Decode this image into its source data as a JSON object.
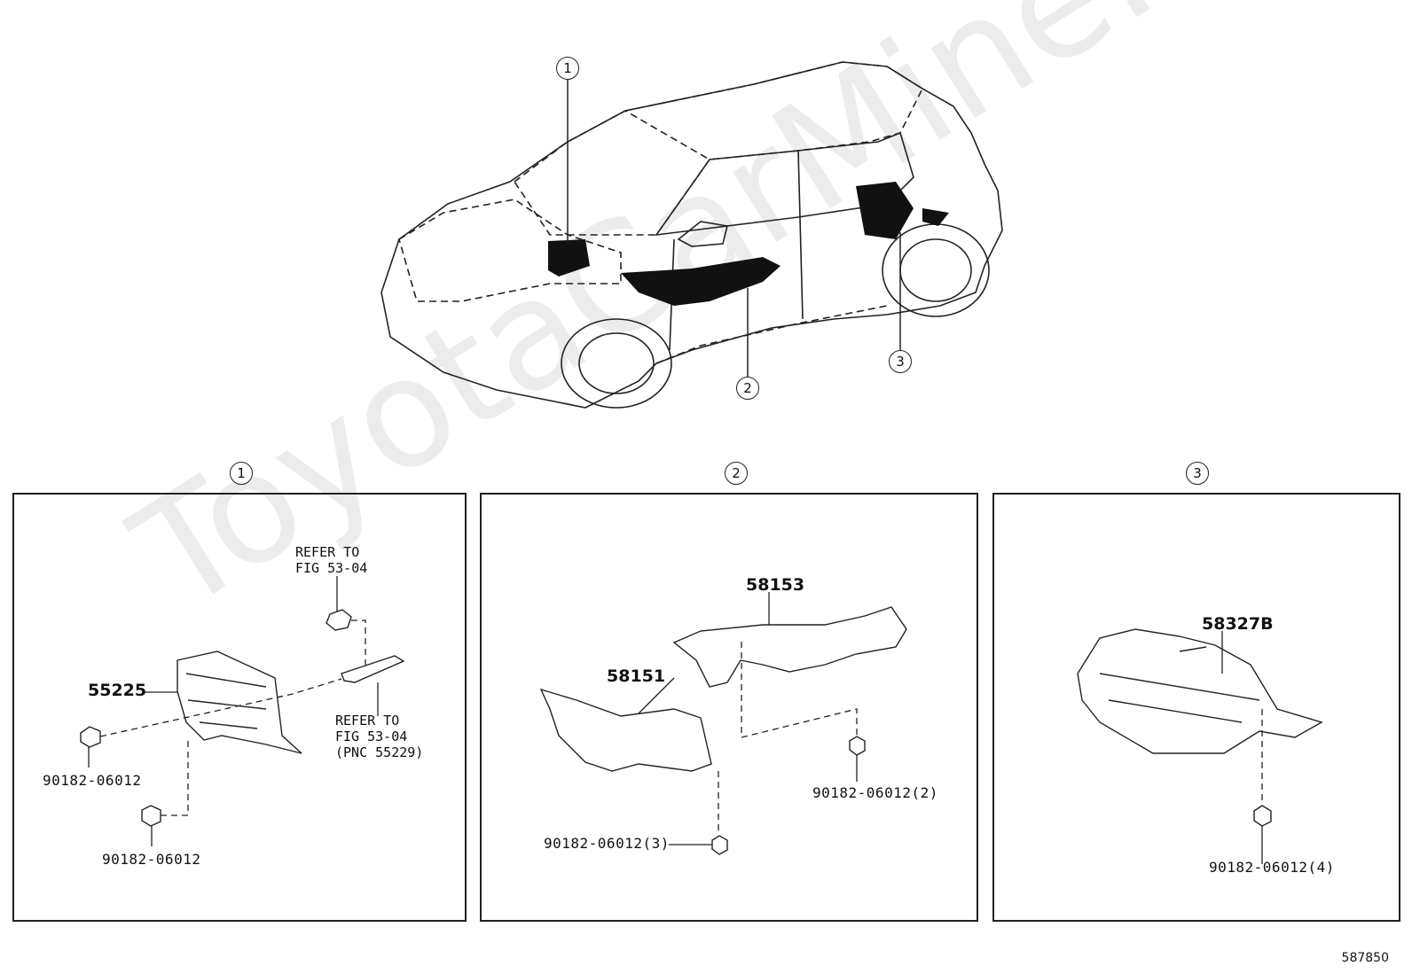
{
  "watermark": "ToyotaCarMine.ru",
  "callouts": {
    "c1": "1",
    "c2": "2",
    "c3": "3"
  },
  "sections": {
    "s1": {
      "number": "1",
      "part_55225": "55225",
      "refer_top": "REFER TO\nFIG 53-04",
      "refer_right": "REFER TO\nFIG 53-04\n(PNC 55229)",
      "bolt_left": "90182-06012",
      "bolt_bottom": "90182-06012"
    },
    "s2": {
      "number": "2",
      "part_58153": "58153",
      "part_58151": "58151",
      "bolt_a": "90182-06012(2)",
      "bolt_b": "90182-06012(3)"
    },
    "s3": {
      "number": "3",
      "part_58327B": "58327B",
      "bolt": "90182-06012(4)"
    }
  },
  "footer_id": "587850"
}
